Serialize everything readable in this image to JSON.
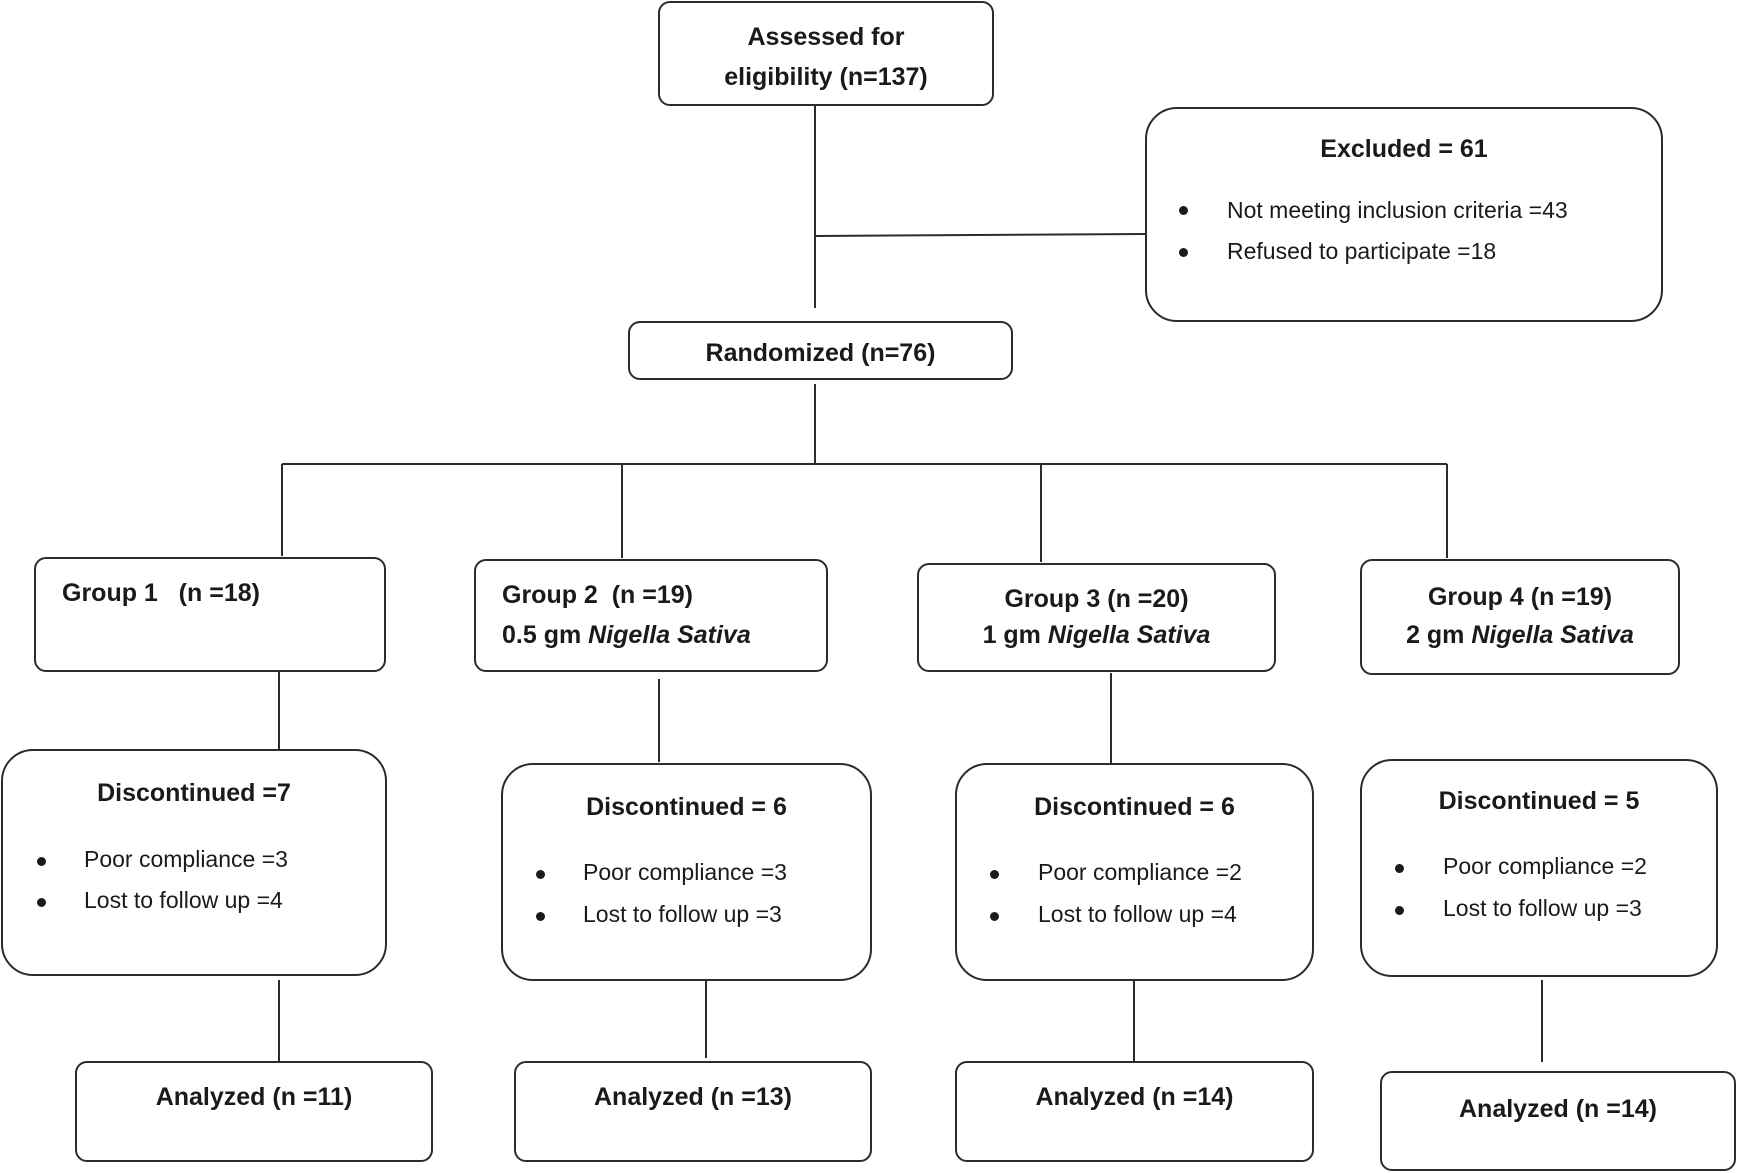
{
  "assessed": {
    "line1": "Assessed for",
    "line2": "eligibility (n=137)"
  },
  "excluded": {
    "title": "Excluded = 61",
    "items": [
      "Not meeting inclusion criteria =43",
      "Refused to participate =18"
    ]
  },
  "randomized": {
    "label": "Randomized (n=76)"
  },
  "groups": [
    {
      "title": "Group 1   (n =18)",
      "dose": "",
      "drug": ""
    },
    {
      "title": "Group 2  (n =19)",
      "dose": "0.5 gm ",
      "drug": "Nigella Sativa"
    },
    {
      "title": "Group 3 (n =20)",
      "dose": "1 gm ",
      "drug": "Nigella Sativa"
    },
    {
      "title": "Group 4 (n =19)",
      "dose": "2 gm ",
      "drug": "Nigella Sativa"
    }
  ],
  "discontinued": [
    {
      "title": "Discontinued =7",
      "items": [
        "Poor compliance =3",
        "Lost to follow up =4"
      ]
    },
    {
      "title": "Discontinued = 6",
      "items": [
        "Poor compliance =3",
        "Lost to follow up =3"
      ]
    },
    {
      "title": "Discontinued = 6",
      "items": [
        "Poor compliance =2",
        "Lost to follow up =4"
      ]
    },
    {
      "title": "Discontinued = 5",
      "items": [
        "Poor compliance =2",
        "Lost to follow up =3"
      ]
    }
  ],
  "analyzed": [
    {
      "label": "Analyzed (n =11)"
    },
    {
      "label": "Analyzed (n =13)"
    },
    {
      "label": "Analyzed (n =14)"
    },
    {
      "label": "Analyzed (n =14)"
    }
  ]
}
